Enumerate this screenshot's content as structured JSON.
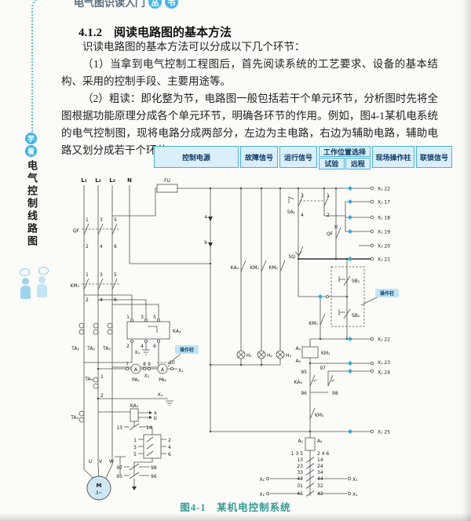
{
  "header": {
    "title": "电气图识读入门",
    "badges": [
      "丛",
      "书"
    ]
  },
  "sidebar": {
    "badges": [
      "学",
      "看"
    ],
    "title": "电气控制线路图"
  },
  "content": {
    "heading": "4.1.2　阅读电路图的基本方法",
    "paragraphs": [
      "识读电路图的基本方法可以分成以下几个环节：",
      "（1）当拿到电气控制工程图后，首先阅读系统的工艺要求、设备的基本结构、采用的控制手段、主要用途等。",
      "（2）粗读：即化整为节，电路图一般包括若干个单元环节，分析图时先将全图根据功能原理分成各个单元环节，明确各环节的作用。例如，图4-1某机电系统的电气控制图，现将电路分成两部分，左边为主电路，右边为辅助电路，辅助电路又划分成若干个环节。"
    ],
    "figure_caption": "图4-1　某机电控制系统"
  },
  "legend": {
    "cells": [
      "控制电源",
      "故障信号",
      "运行信号",
      "工作位置选择",
      "现场操作柱",
      "联锁信号"
    ],
    "sub": [
      "试验",
      "远程"
    ]
  },
  "circuit": {
    "feeders": [
      "L₁",
      "L₂",
      "L₃",
      "N"
    ],
    "fu": "FU",
    "qf": "QF",
    "km1": "KM₁",
    "km2": "KM₂",
    "a": "a",
    "b": "b",
    "p135": [
      "1",
      "3",
      "5"
    ],
    "p246": [
      "2",
      "4",
      "6"
    ],
    "ta": [
      "TA₁",
      "TA₂",
      "TA₃"
    ],
    "ta4": "TA₄",
    "ta5": "TA₅",
    "ka3": "KA₃",
    "ka4": "KA₄",
    "ka5": "KA₅",
    "x1": "X₁",
    "x2": "X₂",
    "n7": "7",
    "n8": "8",
    "n9": "9",
    "n10": "10",
    "pa1": "PA₁",
    "pa2": "PA₂",
    "amp": "A",
    "post": "操作柱",
    "c13": "13",
    "c14": "14",
    "c95": "95",
    "c96": "96",
    "c97": "97",
    "c98": "98",
    "uvw": [
      "U",
      "V",
      "W"
    ],
    "motor": "M",
    "phase": "3~",
    "sa1": "SA₁",
    "sq": "SQ",
    "sb1": "SB₁",
    "sb2": "SB₂",
    "h": [
      "H₁",
      "H₂",
      "H₃"
    ],
    "a1": "A₁",
    "a2": "A₂",
    "g135": "1 3 5",
    "g246": "2 4 6",
    "rt": [
      "X₁ 22",
      "X₁ 17",
      "X₁ 18",
      "X₁ 19",
      "X₁ 20",
      "X₁ 21",
      "X₁ 22",
      "X₁ 23",
      "X₁ 24",
      "X₁ 25"
    ],
    "rows": [
      [
        "13",
        "14"
      ],
      [
        "23",
        "24"
      ],
      [
        "33",
        "34"
      ],
      [
        "43",
        "44"
      ],
      [
        "31",
        "32"
      ],
      [
        "41",
        "42"
      ]
    ]
  }
}
